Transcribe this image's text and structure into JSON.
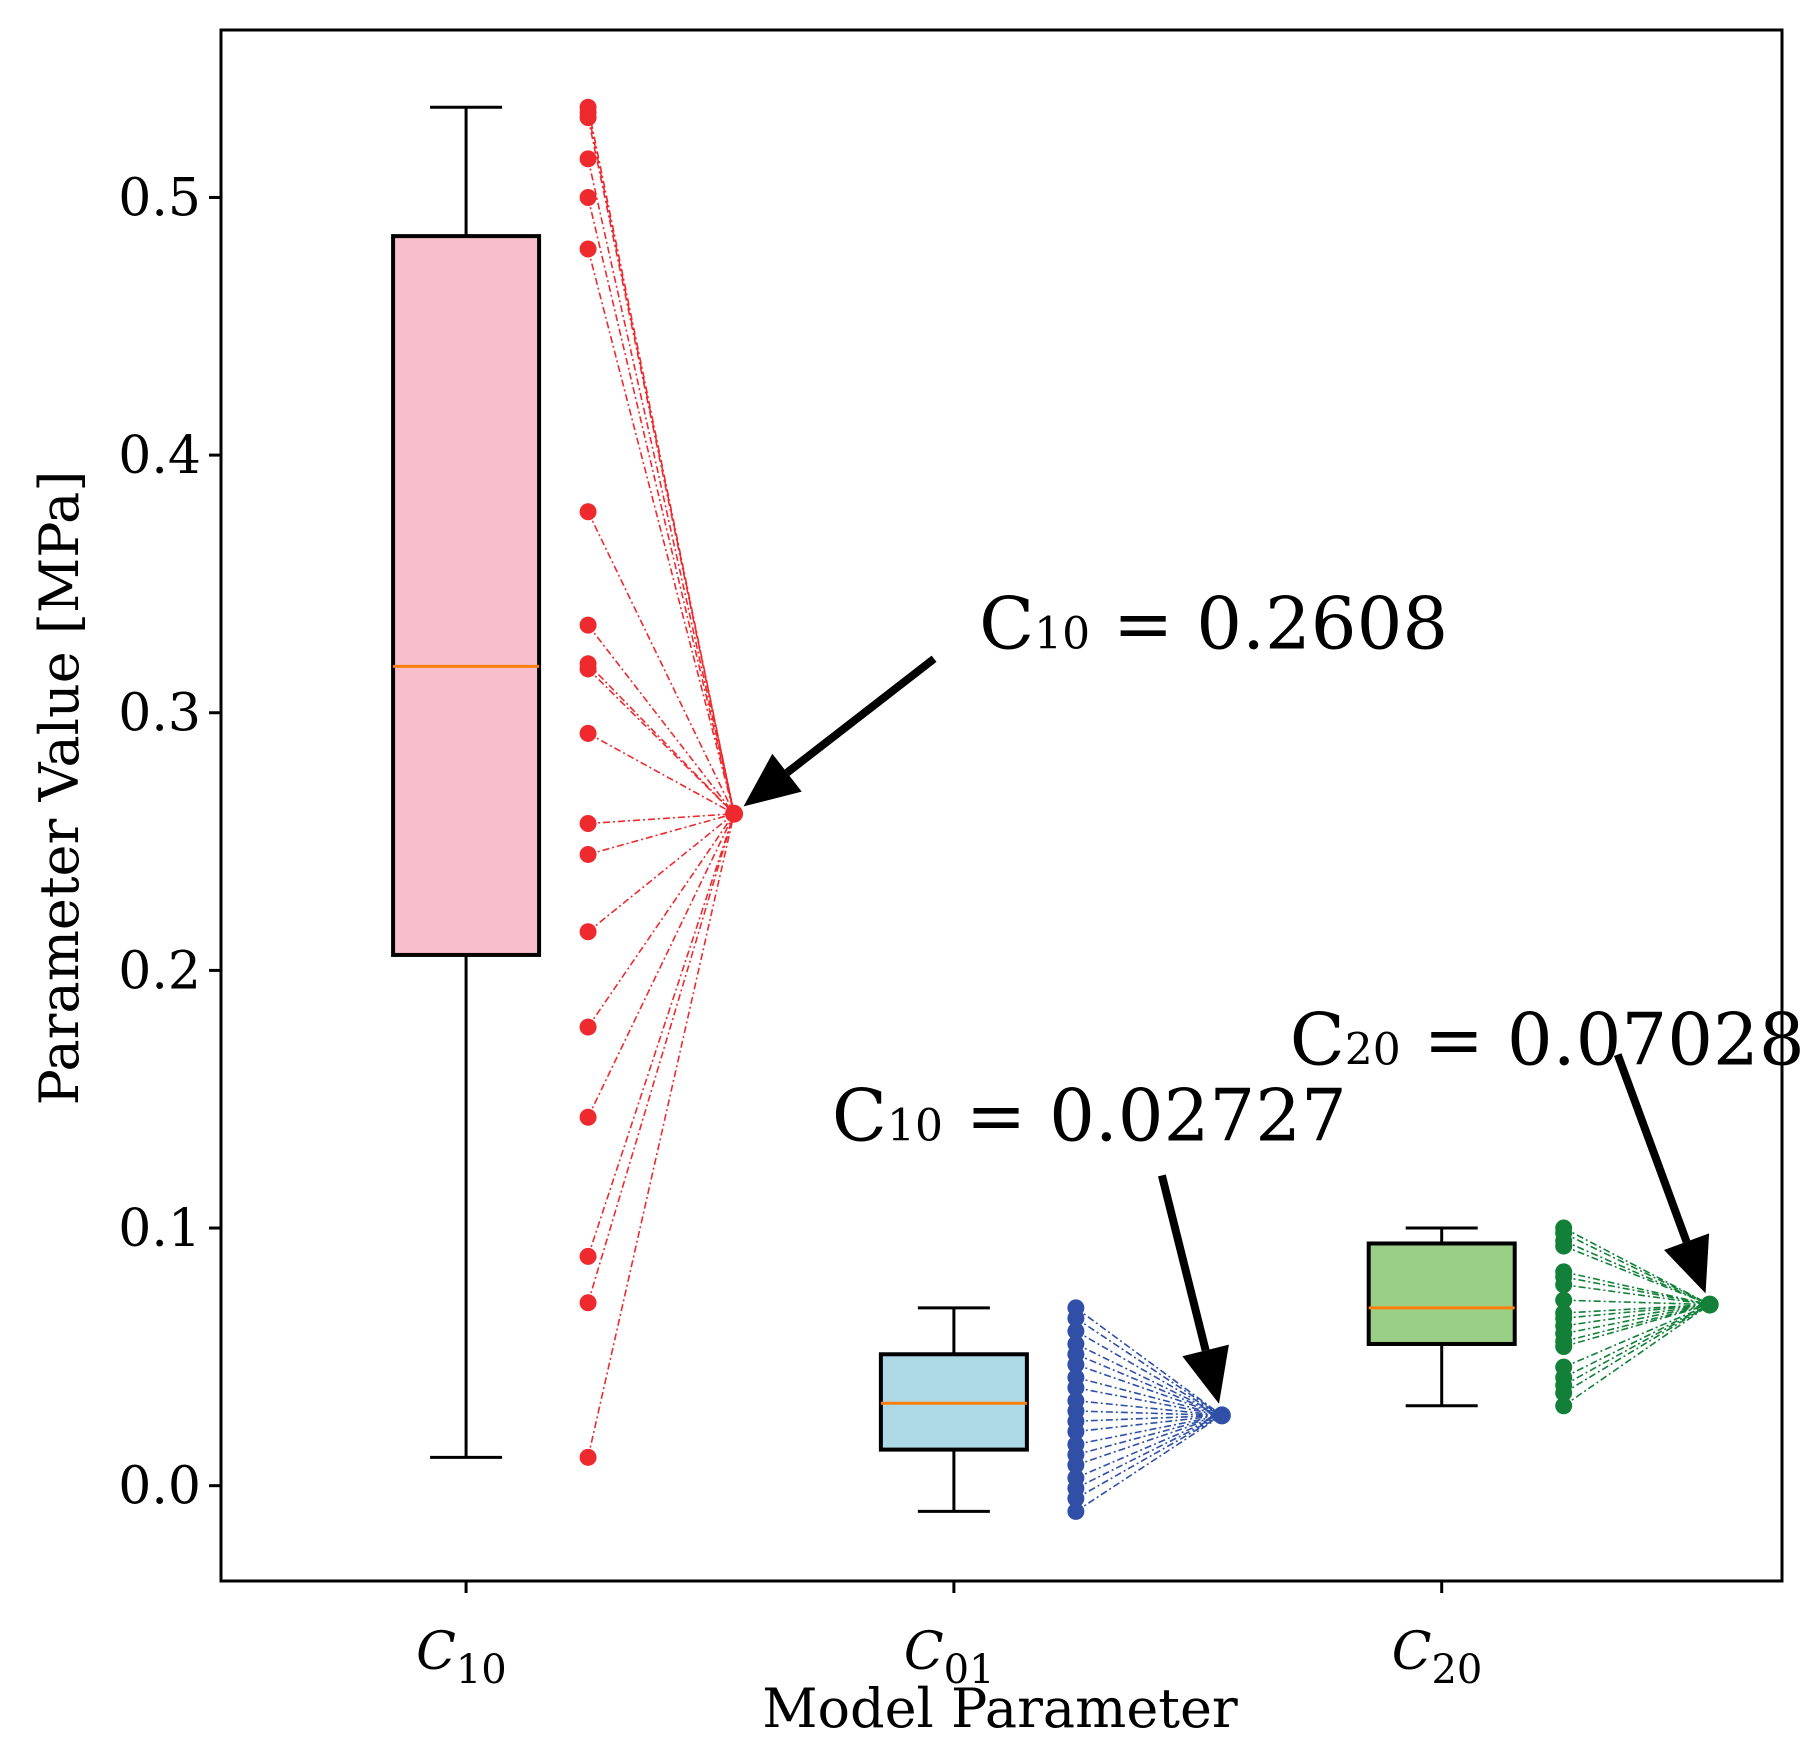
{
  "chart_data": {
    "type": "box",
    "xlabel": "Model Parameter",
    "ylabel": "Parameter Value [MPa]",
    "ylim": [
      -0.037,
      0.565
    ],
    "yticks": [
      0.0,
      0.1,
      0.2,
      0.3,
      0.4,
      0.5
    ],
    "ytick_labels": [
      "0.0",
      "0.1",
      "0.2",
      "0.3",
      "0.4",
      "0.5"
    ],
    "grid": false,
    "categories": [
      {
        "label_main": "C",
        "label_sub": "10",
        "color": "#f7bfcc",
        "point_color": "#ee2a2e",
        "box": {
          "whisker_low": 0.011,
          "q1": 0.206,
          "median": 0.318,
          "q3": 0.485,
          "whisker_high": 0.535
        },
        "points": [
          0.535,
          0.533,
          0.531,
          0.515,
          0.5,
          0.48,
          0.378,
          0.334,
          0.319,
          0.317,
          0.292,
          0.257,
          0.245,
          0.215,
          0.178,
          0.143,
          0.089,
          0.071,
          0.011
        ],
        "result": 0.2608,
        "annotation": {
          "label_main": "C",
          "label_sub": "10",
          "text": " = 0.2608"
        }
      },
      {
        "label_main": "C",
        "label_sub": "01",
        "color": "#add8e6",
        "point_color": "#3050a8",
        "box": {
          "whisker_low": -0.01,
          "q1": 0.014,
          "median": 0.032,
          "q3": 0.051,
          "whisker_high": 0.069
        },
        "points": [
          0.069,
          0.065,
          0.06,
          0.055,
          0.051,
          0.047,
          0.042,
          0.038,
          0.033,
          0.029,
          0.025,
          0.021,
          0.016,
          0.012,
          0.008,
          0.003,
          -0.001,
          -0.005,
          -0.01
        ],
        "result": 0.02727,
        "annotation": {
          "label_main": "C",
          "label_sub": "10",
          "text": " = 0.02727"
        }
      },
      {
        "label_main": "C",
        "label_sub": "20",
        "color": "#9ccf86",
        "point_color": "#128038",
        "box": {
          "whisker_low": 0.031,
          "q1": 0.055,
          "median": 0.069,
          "q3": 0.094,
          "whisker_high": 0.1
        },
        "points": [
          0.1,
          0.098,
          0.095,
          0.093,
          0.083,
          0.081,
          0.078,
          0.072,
          0.067,
          0.065,
          0.062,
          0.059,
          0.056,
          0.054,
          0.046,
          0.042,
          0.039,
          0.036,
          0.031
        ],
        "result": 0.07028,
        "annotation": {
          "label_main": "C",
          "label_sub": "20",
          "text": " = 0.07028"
        }
      }
    ]
  }
}
